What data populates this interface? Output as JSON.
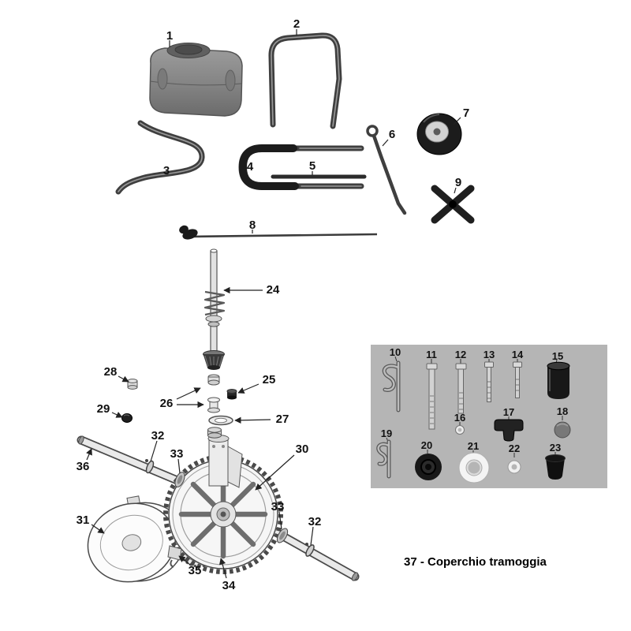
{
  "caption": "37 - Coperchio tramoggia",
  "part_labels": {
    "p1": "1",
    "p2": "2",
    "p3": "3",
    "p4": "4",
    "p5": "5",
    "p6": "6",
    "p7": "7",
    "p8": "8",
    "p9": "9",
    "p10": "10",
    "p11": "11",
    "p12": "12",
    "p13": "13",
    "p14": "14",
    "p15": "15",
    "p16": "16",
    "p17": "17",
    "p18": "18",
    "p19": "19",
    "p20": "20",
    "p21": "21",
    "p22": "22",
    "p23": "23",
    "p24": "24",
    "p25": "25",
    "p26": "26",
    "p27": "27",
    "p28": "28",
    "p29": "29",
    "p30": "30",
    "p31": "31",
    "p32": "32",
    "p33": "33",
    "p34": "34",
    "p35": "35",
    "p36": "36"
  },
  "colors": {
    "background": "#ffffff",
    "inset_background": "#b5b5b5",
    "line_art": "#4a4a4a",
    "dark_part": "#1c1c1c"
  }
}
